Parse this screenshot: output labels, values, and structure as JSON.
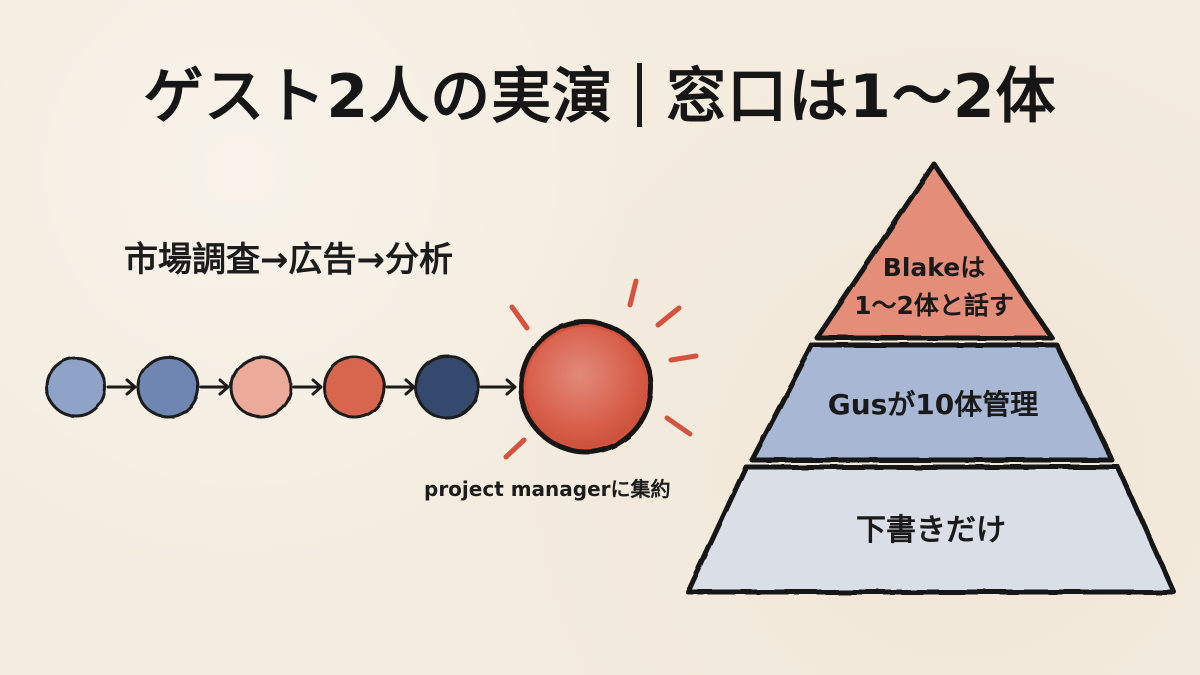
{
  "title": {
    "left": "ゲスト2人の実演",
    "right": "窓口は1〜2体"
  },
  "flow": {
    "caption": "市場調査→広告→分析",
    "pm_label": "project managerに集約",
    "nodes": [
      {
        "color": "#8fa3c8"
      },
      {
        "color": "#6f86b2"
      },
      {
        "color": "#ecab9a"
      },
      {
        "color": "#d8654e"
      },
      {
        "color": "#364a6e"
      }
    ],
    "pm_color": "#d5533e"
  },
  "pyramid": {
    "tiers": [
      {
        "lines": [
          "Blakeは",
          "1〜2体と話す"
        ],
        "color": "#e48d79"
      },
      {
        "lines": [
          "Gusが10体管理"
        ],
        "color": "#a8b7d3"
      },
      {
        "lines": [
          "下書きだけ"
        ],
        "color": "#d9dee7"
      }
    ]
  }
}
